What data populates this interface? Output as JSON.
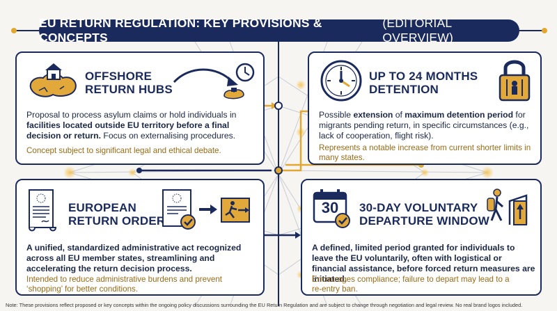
{
  "header": {
    "title": "EU RETURN REGULATION: KEY PROVISIONS & CONCEPTS",
    "subtitle": "(EDITORIAL OVERVIEW)"
  },
  "cards": [
    {
      "title_line1": "OFFSHORE",
      "title_line2": "RETURN HUBS",
      "desc": [
        {
          "text": "Proposal to process asylum claims or hold individuals in ",
          "bold": false
        },
        {
          "text": "facilities located outside EU territory before a final decision or return.",
          "bold": true
        },
        {
          "text": " Focus on externalising procedures.",
          "bold": false
        }
      ],
      "note": "Concept subject to significant legal and ethical debate."
    },
    {
      "title_line1": "UP TO 24 MONTHS",
      "title_line2": "DETENTION",
      "desc": [
        {
          "text": "Possible ",
          "bold": false
        },
        {
          "text": "extension",
          "bold": true
        },
        {
          "text": " of ",
          "bold": false
        },
        {
          "text": "maximum detention period",
          "bold": true
        },
        {
          "text": " for migrants pending return, in specific circumstances (e.g., lack of cooperation, flight risk).",
          "bold": false
        }
      ],
      "note": "Represents a notable increase from current shorter limits in many states."
    },
    {
      "title_line1": "EUROPEAN",
      "title_line2": "RETURN ORDER",
      "desc": [
        {
          "text": "A unified, standardized administrative act recognized across all EU member states, streamlining and accelerating the return decision process.",
          "bold": true
        }
      ],
      "note": "Intended to reduce administrative burdens and prevent ‘shopping’ for better conditions."
    },
    {
      "title_line1": "30-DAY VOLUNTARY",
      "title_line2": "DEPARTURE WINDOW",
      "desc": [
        {
          "text": "A defined, limited period granted for individuals to leave the EU voluntarily, often with logistical or financial assistance, before forced return measures are initiated.",
          "bold": true
        }
      ],
      "note": "Encourages compliance; failure to depart may lead to a re-entry ban."
    }
  ],
  "calendar_number": "30",
  "footer": "Note: These provisions reflect proposed or key concepts within the ongoing policy discussions surrounding the EU Return Regulation and are subject to change through negotiation and legal review. No real brand logos included.",
  "colors": {
    "navy": "#1a2a5c",
    "gold": "#e0a830",
    "note": "#9a6a14",
    "background": "#f6f5f2"
  }
}
